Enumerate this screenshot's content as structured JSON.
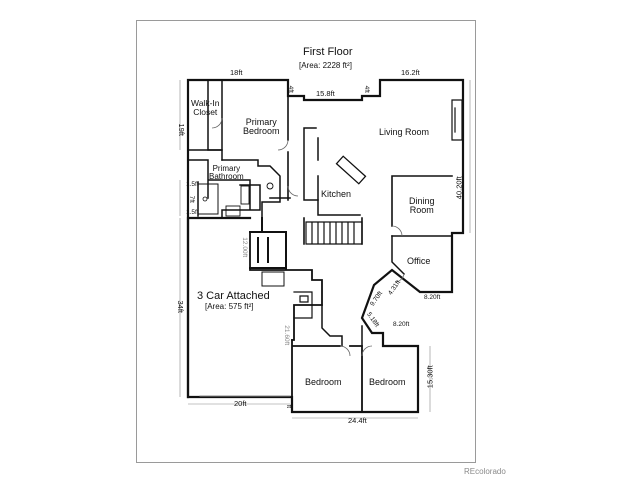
{
  "header": {
    "title": "First Floor",
    "area": "[Area: 2228 ft²]"
  },
  "rooms": {
    "walk_in_closet": "Walk-In\nCloset",
    "primary_bedroom": "Primary\nBedroom",
    "primary_bathroom": "Primary\nBathroom",
    "living_room": "Living Room",
    "kitchen": "Kitchen",
    "dining_room": "Dining\nRoom",
    "office": "Office",
    "garage": "3 Car Attached",
    "garage_area": "[Area: 575 ft²]",
    "bedroom_1": "Bedroom",
    "bedroom_2": "Bedroom"
  },
  "dimensions": {
    "top_left": "18ft",
    "top_right": "16.2ft",
    "top_mid": "15.8ft",
    "closet_4ft": "4ft",
    "living_4ft": "4ft",
    "left_19ft": "19ft",
    "bath_1_5ft_a": "1.5ft",
    "bath_7ft": "7ft",
    "bath_1_5ft_b": "1.5ft",
    "right_40ft": "40.20ft",
    "hall_12ft": "12.00ft",
    "garage_34ft": "34ft",
    "garage_20ft": "20ft",
    "hall_21ft": "21.60ft",
    "angle_9ft": "9.70ft",
    "angle_4ft": "4.31ft",
    "office_8ft": "8.20ft",
    "angle_5ft": "5.18ft",
    "bed_8ft": "8.20ft",
    "bed_15ft": "15.30ft",
    "bottom_24ft": "24.4ft",
    "bottom_small": "ft"
  },
  "watermark": "REcolorado"
}
